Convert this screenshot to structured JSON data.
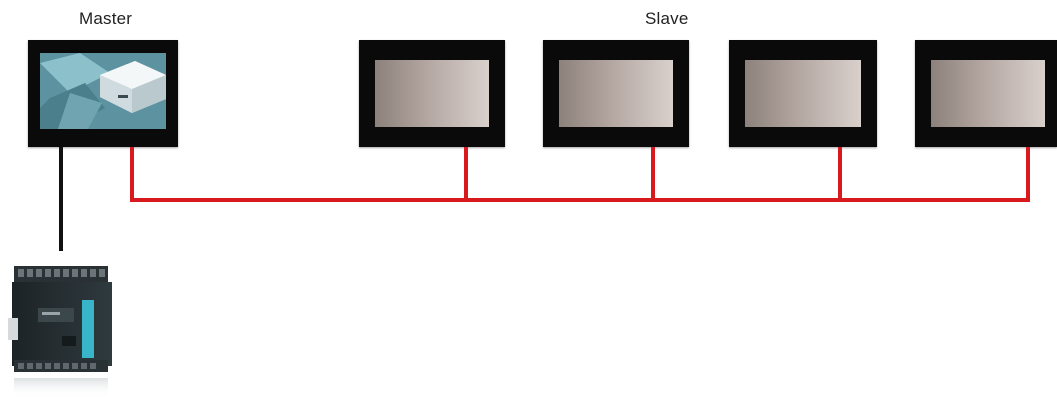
{
  "labels": {
    "master": "Master",
    "slave": "Slave"
  },
  "colors": {
    "bus": "#d8191d",
    "panel_bezel": "#0a0a0a",
    "cable": "#111111"
  },
  "devices": {
    "master_hmi": "hmi-panel-icon",
    "slave_hmi_count": 4,
    "plc": "plc-controller-icon"
  }
}
